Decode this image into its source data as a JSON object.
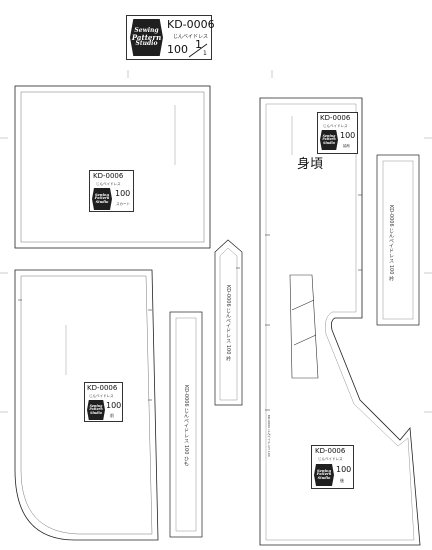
{
  "header": {
    "logo_line1": "Sewing",
    "logo_line2": "Pattern",
    "logo_line3": "Studio",
    "code": "KD-0006",
    "subtitle": "じんベイドレス",
    "size": "100",
    "page_num": "1",
    "page_total": "1"
  },
  "labels": [
    {
      "code": "KD-0006",
      "subtitle": "じんベイドレス",
      "size": "100",
      "part": "スカート"
    },
    {
      "code": "KD-0006",
      "subtitle": "じんベイドレス",
      "size": "100",
      "part": "前"
    },
    {
      "code": "KD-0006",
      "subtitle": "じんベイドレス",
      "size": "100",
      "part": "袖布"
    },
    {
      "code": "KD-0006",
      "subtitle": "じんベイドレス",
      "size": "100",
      "part": "後"
    }
  ],
  "piece_name": "身頃",
  "strips": [
    {
      "text": "KD-0006 じんベイドレス 100 ひも"
    },
    {
      "text": "KD-0006 じんベイドレス 100 衿"
    },
    {
      "text": "KD-0006 じんベイドレス 100 衿"
    },
    {
      "text": "KD-0006 じんベイドレス 100"
    }
  ]
}
